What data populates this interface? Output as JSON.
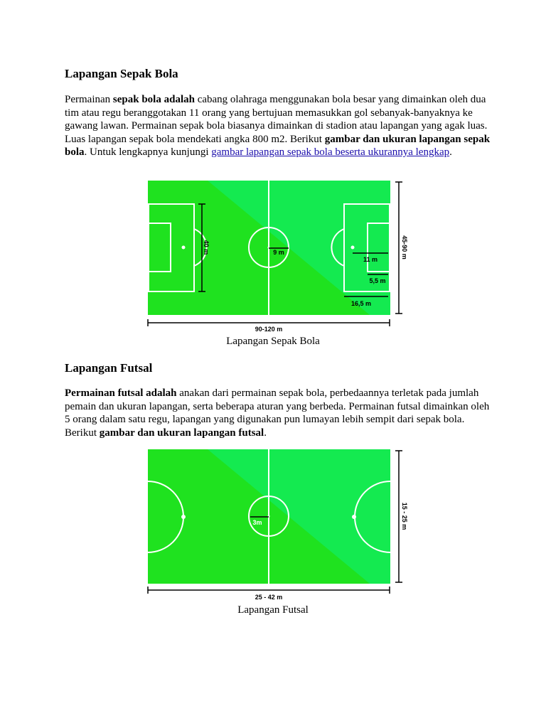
{
  "section1": {
    "title": "Lapangan Sepak Bola",
    "p_prefix": "Permainan ",
    "p_bold1": "sepak bola adalah",
    "p_mid": " cabang olahraga menggunakan bola besar yang dimainkan oleh dua tim atau regu beranggotakan 11 orang yang bertujuan memasukkan gol sebanyak-banyaknya ke gawang lawan. Permainan sepak bola biasanya dimainkan di stadion atau lapangan yang agak luas. Luas lapangan sepak bola mendekati angka 800 m2. Berikut ",
    "p_bold2": "gambar dan ukuran lapangan sepak bola",
    "p_after": ". Untuk lengkapnya kunjungi ",
    "p_link": "gambar lapangan sepak bola beserta ukurannya lengkap",
    "p_end": ".",
    "figure": {
      "label_penalty_width": "40 m",
      "label_center_radius": "9 m",
      "label_penalty_spot": "11 m",
      "label_goal_area": "5,5 m",
      "label_penalty_depth": "16,5 m",
      "label_width": "45-90 m",
      "label_length": "90-120 m"
    },
    "caption": "Lapangan Sepak Bola"
  },
  "section2": {
    "title": "Lapangan Futsal",
    "p_bold1": "Permainan futsal adalah",
    "p_mid": " anakan dari permainan sepak bola, perbedaannya terletak pada jumlah pemain dan ukuran lapangan, serta beberapa aturan yang berbeda. Permainan futsal dimainkan oleh 5 orang dalam satu regu, lapangan yang digunakan pun lumayan lebih sempit dari sepak bola. Berikut ",
    "p_bold2": "gambar dan ukuran lapangan futsal",
    "p_end": ".",
    "figure": {
      "label_center_radius": "3m",
      "label_width": "15 - 25 m",
      "label_length": "25 - 42 m"
    },
    "caption": "Lapangan Futsal"
  },
  "colors": {
    "field_dark": "#1fe21f",
    "field_light": "#14ea50",
    "line": "#ffffff",
    "dimension": "#000000",
    "link": "#1a0dab"
  }
}
